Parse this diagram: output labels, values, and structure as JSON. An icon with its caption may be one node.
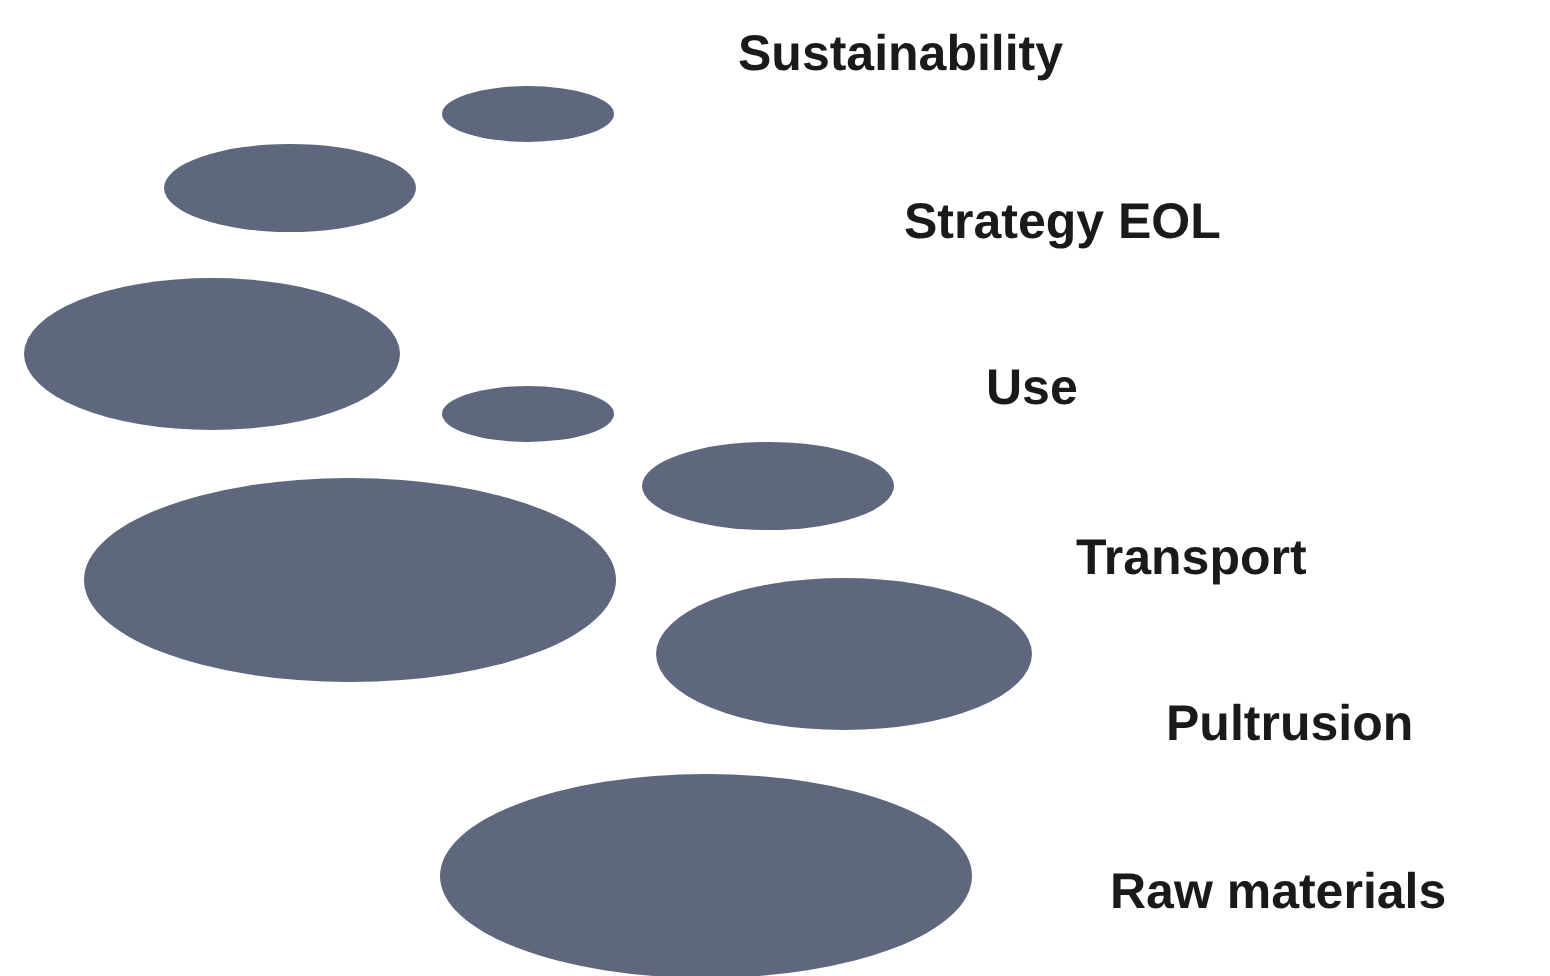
{
  "diagram": {
    "nodes": [
      {
        "text": [],
        "shape": "ellipse"
      },
      {
        "text": [],
        "shape": "ellipse"
      },
      {
        "text": [],
        "shape": "ellipse"
      },
      {
        "text": [],
        "shape": "ellipse"
      },
      {
        "text": [],
        "shape": "ellipse"
      },
      {
        "text": [],
        "shape": "ellipse"
      },
      {
        "text": [],
        "shape": "ellipse"
      },
      {
        "text": [],
        "shape": "ellipse"
      }
    ],
    "labels": [
      "Sustainability",
      "Strategy EOL",
      "Use",
      "Transport",
      "Pultrusion",
      "Raw materials"
    ]
  }
}
